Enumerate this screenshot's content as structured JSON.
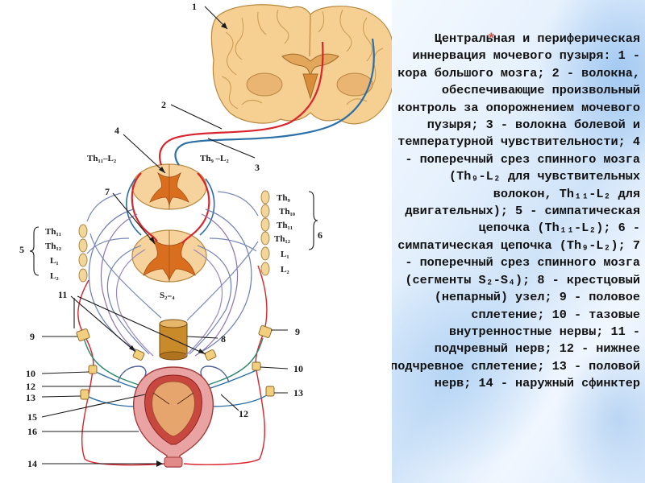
{
  "labels": {
    "n1": "1",
    "n2": "2",
    "n3": "3",
    "n4": "4",
    "n5": "5",
    "n6": "6",
    "n7": "7",
    "n8": "8",
    "n9_left": "9",
    "n9_right": "9",
    "n10_left": "10",
    "n10_right": "10",
    "n11": "11",
    "n12_left": "12",
    "n12_right": "12",
    "n13_left": "13",
    "n13_right": "13",
    "n14": "14",
    "n15": "15",
    "n16": "16",
    "seg_upper_left": "Th₁₁–L₂",
    "seg_upper_right": "Th₉ –L₂",
    "seg_lower": "S₂₋₄",
    "chain_left": [
      "Th₁₁",
      "Th₁₂",
      "L₁",
      "L₂"
    ],
    "chain_right": [
      "Th₉",
      "Th₁₀",
      "Th₁₁",
      "Th₁₂",
      "L₁",
      "L₂"
    ]
  },
  "caption": {
    "bullet": "*",
    "text": "Центральная и периферическая иннервация мочевого пузыря: 1 - кора большого мозга; 2 - волокна, обеспечивающие произвольный контроль за опорожнением мочевого пузыря; 3 - волокна болевой и температурной чувствительности; 4 - поперечный срез спинного мозга (Th₉-L₂ для чувствительных волокон, Th₁₁-L₂ для двигательных); 5 - симпатическая цепочка (Th₁₁-L₂); 6 - симпатическая цепочка (Th₉-L₂); 7 - поперечный срез спинного мозга (сегменты S₂-S₄); 8 - крестцовый (непарный) узел; 9 - половое сплетение; 10 - тазовые внутренностные нервы; 11 - подчревный нерв; 12 - нижнее подчревное сплетение; 13 - половой нерв; 14 - наружный сфинктер"
  },
  "colors": {
    "red_fiber": "#d8242c",
    "blue_fiber": "#2a6fa8",
    "brain_tissue": "#f4c88a",
    "cord_grey": "#d6741c",
    "ganglion": "#f3d79a",
    "sacral_node": "#c98a2a",
    "bladder_wall": "#e59a9a",
    "bladder_inner": "#c23a3a",
    "bullet": "#d4544a"
  }
}
